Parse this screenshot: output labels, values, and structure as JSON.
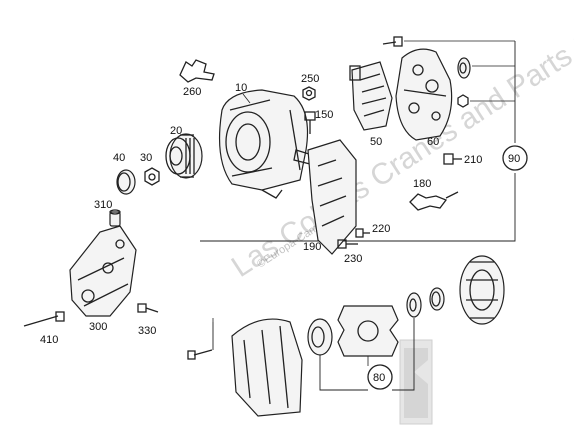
{
  "labels": {
    "p10": "10",
    "p20": "20",
    "p30": "30",
    "p40": "40",
    "p50": "50",
    "p60": "60",
    "p80": "80",
    "p90": "90",
    "p150": "150",
    "p180": "180",
    "p190": "190",
    "p210": "210",
    "p220": "220",
    "p230": "230",
    "p250": "250",
    "p260": "260",
    "p300": "300",
    "p310": "310",
    "p330": "330",
    "p410": "410"
  },
  "watermark": {
    "main": "Las Colinas Cranes and Parts S.L.",
    "secondary": "©Europa-Camiones"
  }
}
